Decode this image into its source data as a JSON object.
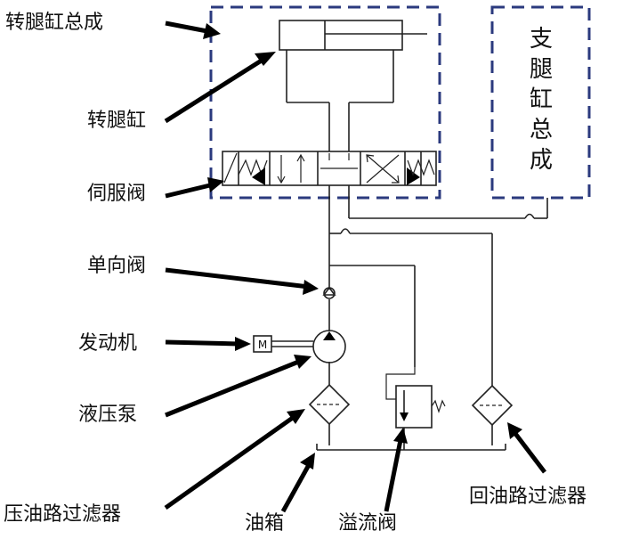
{
  "labels": {
    "rotary_cylinder_assembly": "转腿缸总成",
    "rotary_cylinder": "转腿缸",
    "servo_valve": "伺服阀",
    "check_valve": "单向阀",
    "engine": "发动机",
    "hydraulic_pump": "液压泵",
    "pressure_filter": "压油路过滤器",
    "oil_tank": "油箱",
    "relief_valve": "溢流阀",
    "return_filter": "回油路过滤器"
  },
  "support_cylinder_assembly": [
    "支",
    "腿",
    "缸",
    "总",
    "成"
  ],
  "motor_symbol": "M",
  "colors": {
    "dashed_box": "#2b3a7e",
    "lines": "#222222",
    "arrows": "#000000"
  }
}
